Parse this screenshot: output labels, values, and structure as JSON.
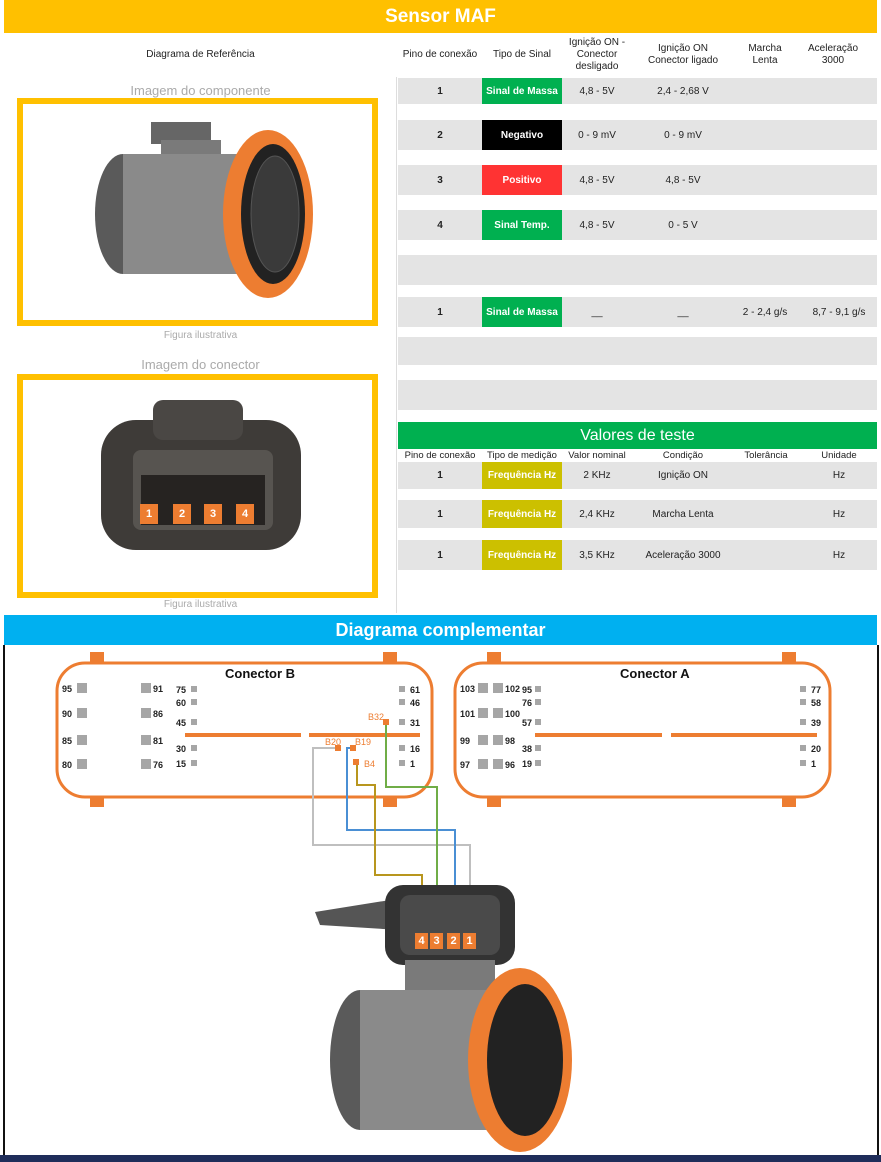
{
  "title": "Sensor MAF",
  "header": {
    "ref": "Diagrama de Referência",
    "cols": [
      "Pino de conexão",
      "Tipo de Sinal",
      "Ignição ON - Conector desligado",
      "Ignição ON Conector ligado",
      "Marcha Lenta",
      "Aceleração 3000"
    ]
  },
  "left": {
    "component_label": "Imagem do componente",
    "connector_label": "Imagem do conector",
    "figure_caption": "Figura ilustrativa",
    "connector_pins": [
      "1",
      "2",
      "3",
      "4"
    ]
  },
  "rows": [
    {
      "pin": "1",
      "signal": "Sinal de Massa",
      "color": "#00B050",
      "off": "4,8 - 5V",
      "on": "2,4 - 2,68 V",
      "idle": "",
      "accel": ""
    },
    {
      "pin": "2",
      "signal": "Negativo",
      "color": "#000000",
      "off": "0 - 9 mV",
      "on": "0 - 9 mV",
      "idle": "",
      "accel": ""
    },
    {
      "pin": "3",
      "signal": "Positivo",
      "color": "#FF3333",
      "off": "4,8 - 5V",
      "on": "4,8 - 5V",
      "idle": "",
      "accel": ""
    },
    {
      "pin": "4",
      "signal": "Sinal Temp.",
      "color": "#00B050",
      "off": "4,8 - 5V",
      "on": "0 - 5 V",
      "idle": "",
      "accel": ""
    },
    {
      "pin": "1",
      "signal": "Sinal de Massa",
      "color": "#00B050",
      "off": "__",
      "on": "__",
      "idle": "2 - 2,4 g/s",
      "accel": "8,7 - 9,1 g/s"
    }
  ],
  "test": {
    "title": "Valores de teste",
    "cols": [
      "Pino de conexão",
      "Tipo de medição",
      "Valor nominal",
      "Condição",
      "Tolerância",
      "Unidade"
    ],
    "rows": [
      {
        "pin": "1",
        "type": "Frequência Hz",
        "nominal": "2 KHz",
        "cond": "Ignição ON",
        "tol": "",
        "unit": "Hz"
      },
      {
        "pin": "1",
        "type": "Frequência Hz",
        "nominal": "2,4 KHz",
        "cond": "Marcha Lenta",
        "tol": "",
        "unit": "Hz"
      },
      {
        "pin": "1",
        "type": "Frequência Hz",
        "nominal": "3,5 KHz",
        "cond": "Aceleração 3000",
        "tol": "",
        "unit": "Hz"
      }
    ]
  },
  "diagram": {
    "title": "Diagrama complementar",
    "connector_b": {
      "title": "Conector B",
      "pins": [
        "95",
        "90",
        "85",
        "80",
        "91",
        "86",
        "81",
        "76",
        "75",
        "60",
        "45",
        "30",
        "15",
        "61",
        "46",
        "31",
        "16",
        "1"
      ],
      "highlight": [
        "B32",
        "B20",
        "B19",
        "B4"
      ]
    },
    "connector_a": {
      "title": "Conector A",
      "pins": [
        "103",
        "101",
        "99",
        "97",
        "102",
        "100",
        "98",
        "96",
        "95",
        "76",
        "57",
        "38",
        "19",
        "77",
        "58",
        "39",
        "20",
        "1"
      ]
    },
    "sensor_pins": [
      "4",
      "3",
      "2",
      "1"
    ],
    "wire_colors": {
      "B20": "#bfbfbf",
      "B19": "#4a8fd4",
      "B4": "#b8961e",
      "B32": "#70ad47"
    }
  },
  "colors": {
    "yellow": "#FFC000",
    "green": "#00B050",
    "blue": "#00B0F0",
    "orange": "#ED7D31",
    "mustard": "#CCC000"
  }
}
